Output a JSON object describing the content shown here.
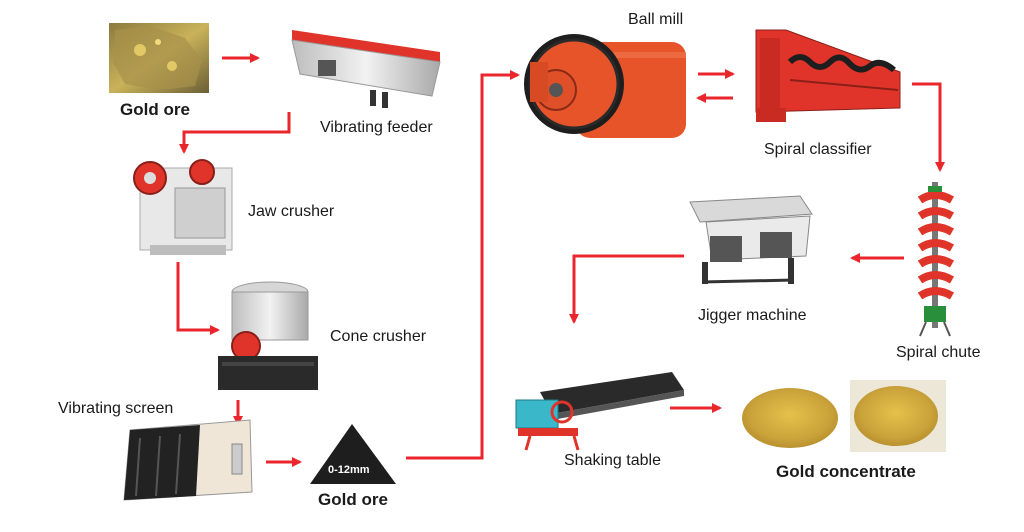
{
  "diagram": {
    "nodes": [
      {
        "id": "gold_ore_raw",
        "label": "Gold ore"
      },
      {
        "id": "vibrating_feeder",
        "label": "Vibrating feeder"
      },
      {
        "id": "jaw_crusher",
        "label": "Jaw crusher"
      },
      {
        "id": "cone_crusher",
        "label": "Cone crusher"
      },
      {
        "id": "vibrating_screen",
        "label": "Vibrating screen"
      },
      {
        "id": "gold_ore_sized",
        "label": "Gold ore",
        "size_tag": "0-12mm"
      },
      {
        "id": "ball_mill",
        "label": "Ball mill"
      },
      {
        "id": "spiral_classifier",
        "label": "Spiral classifier"
      },
      {
        "id": "spiral_chute",
        "label": "Spiral chute"
      },
      {
        "id": "jigger_machine",
        "label": "Jigger machine"
      },
      {
        "id": "shaking_table",
        "label": "Shaking table"
      },
      {
        "id": "gold_concentrate",
        "label": "Gold concentrate"
      }
    ],
    "edges": [
      {
        "from": "gold_ore_raw",
        "to": "vibrating_feeder"
      },
      {
        "from": "vibrating_feeder",
        "to": "jaw_crusher"
      },
      {
        "from": "jaw_crusher",
        "to": "cone_crusher"
      },
      {
        "from": "cone_crusher",
        "to": "vibrating_screen"
      },
      {
        "from": "vibrating_screen",
        "to": "gold_ore_sized"
      },
      {
        "from": "gold_ore_sized",
        "to": "ball_mill"
      },
      {
        "from": "ball_mill",
        "to": "spiral_classifier"
      },
      {
        "from": "spiral_classifier",
        "to": "ball_mill"
      },
      {
        "from": "spiral_classifier",
        "to": "spiral_chute"
      },
      {
        "from": "spiral_chute",
        "to": "jigger_machine"
      },
      {
        "from": "jigger_machine",
        "to": "shaking_table"
      },
      {
        "from": "shaking_table",
        "to": "gold_concentrate"
      }
    ],
    "colors": {
      "arrow": "#e8262b",
      "machine_red": "#e0342a",
      "ball_mill_orange": "#e8542a",
      "gold": "#c9a23a",
      "steel": "#d8d8d8",
      "dark": "#1e1e1e"
    }
  }
}
